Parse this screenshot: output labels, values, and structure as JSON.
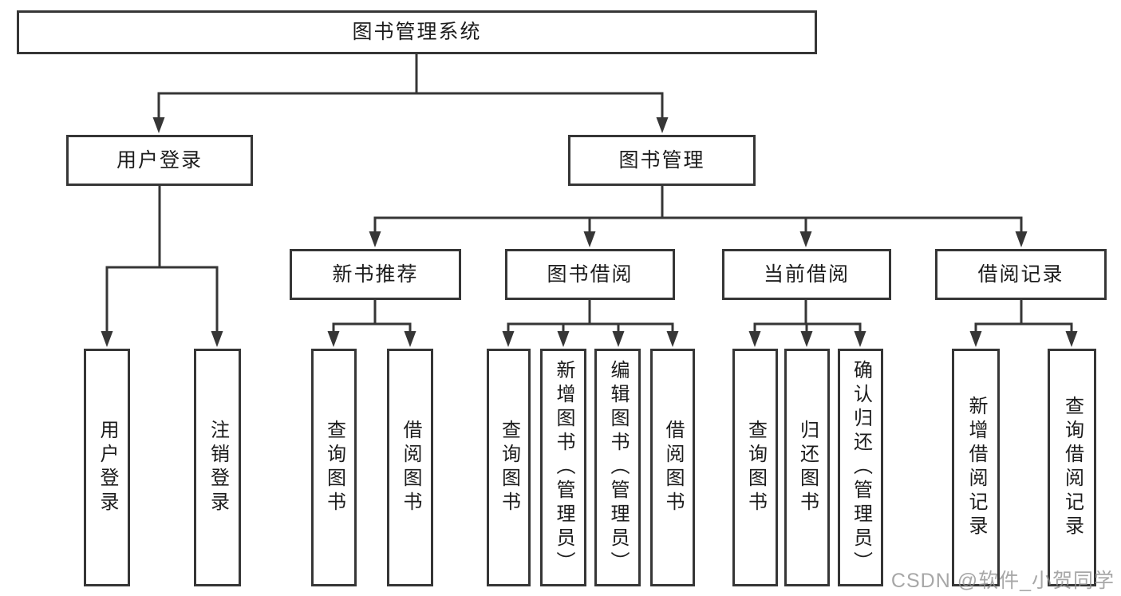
{
  "diagram_title": "图书管理系统",
  "colors": {
    "line": "#363636",
    "box_border": "#363636",
    "text": "#1c1c1c",
    "background": "#ffffff",
    "watermark": "#919191"
  },
  "tree": {
    "root": {
      "label": "图书管理系统"
    },
    "branches": {
      "user_login": {
        "label": "用户登录",
        "children": [
          "用户登录",
          "注销登录"
        ]
      },
      "book_management": {
        "label": "图书管理",
        "sections": {
          "new_books": {
            "label": "新书推荐",
            "children": [
              "查询图书",
              "借阅图书"
            ]
          },
          "borrowing": {
            "label": "图书借阅",
            "children": [
              "查询图书",
              "新增图书（管理员）",
              "编辑图书（管理员）",
              "借阅图书"
            ]
          },
          "current": {
            "label": "当前借阅",
            "children": [
              "查询图书",
              "归还图书",
              "确认归还（管理员）"
            ]
          },
          "records": {
            "label": "借阅记录",
            "children": [
              "新增借阅记录",
              "查询借阅记录"
            ]
          }
        }
      }
    }
  },
  "watermark": {
    "text": "CSDN @软件_小贺同学"
  }
}
